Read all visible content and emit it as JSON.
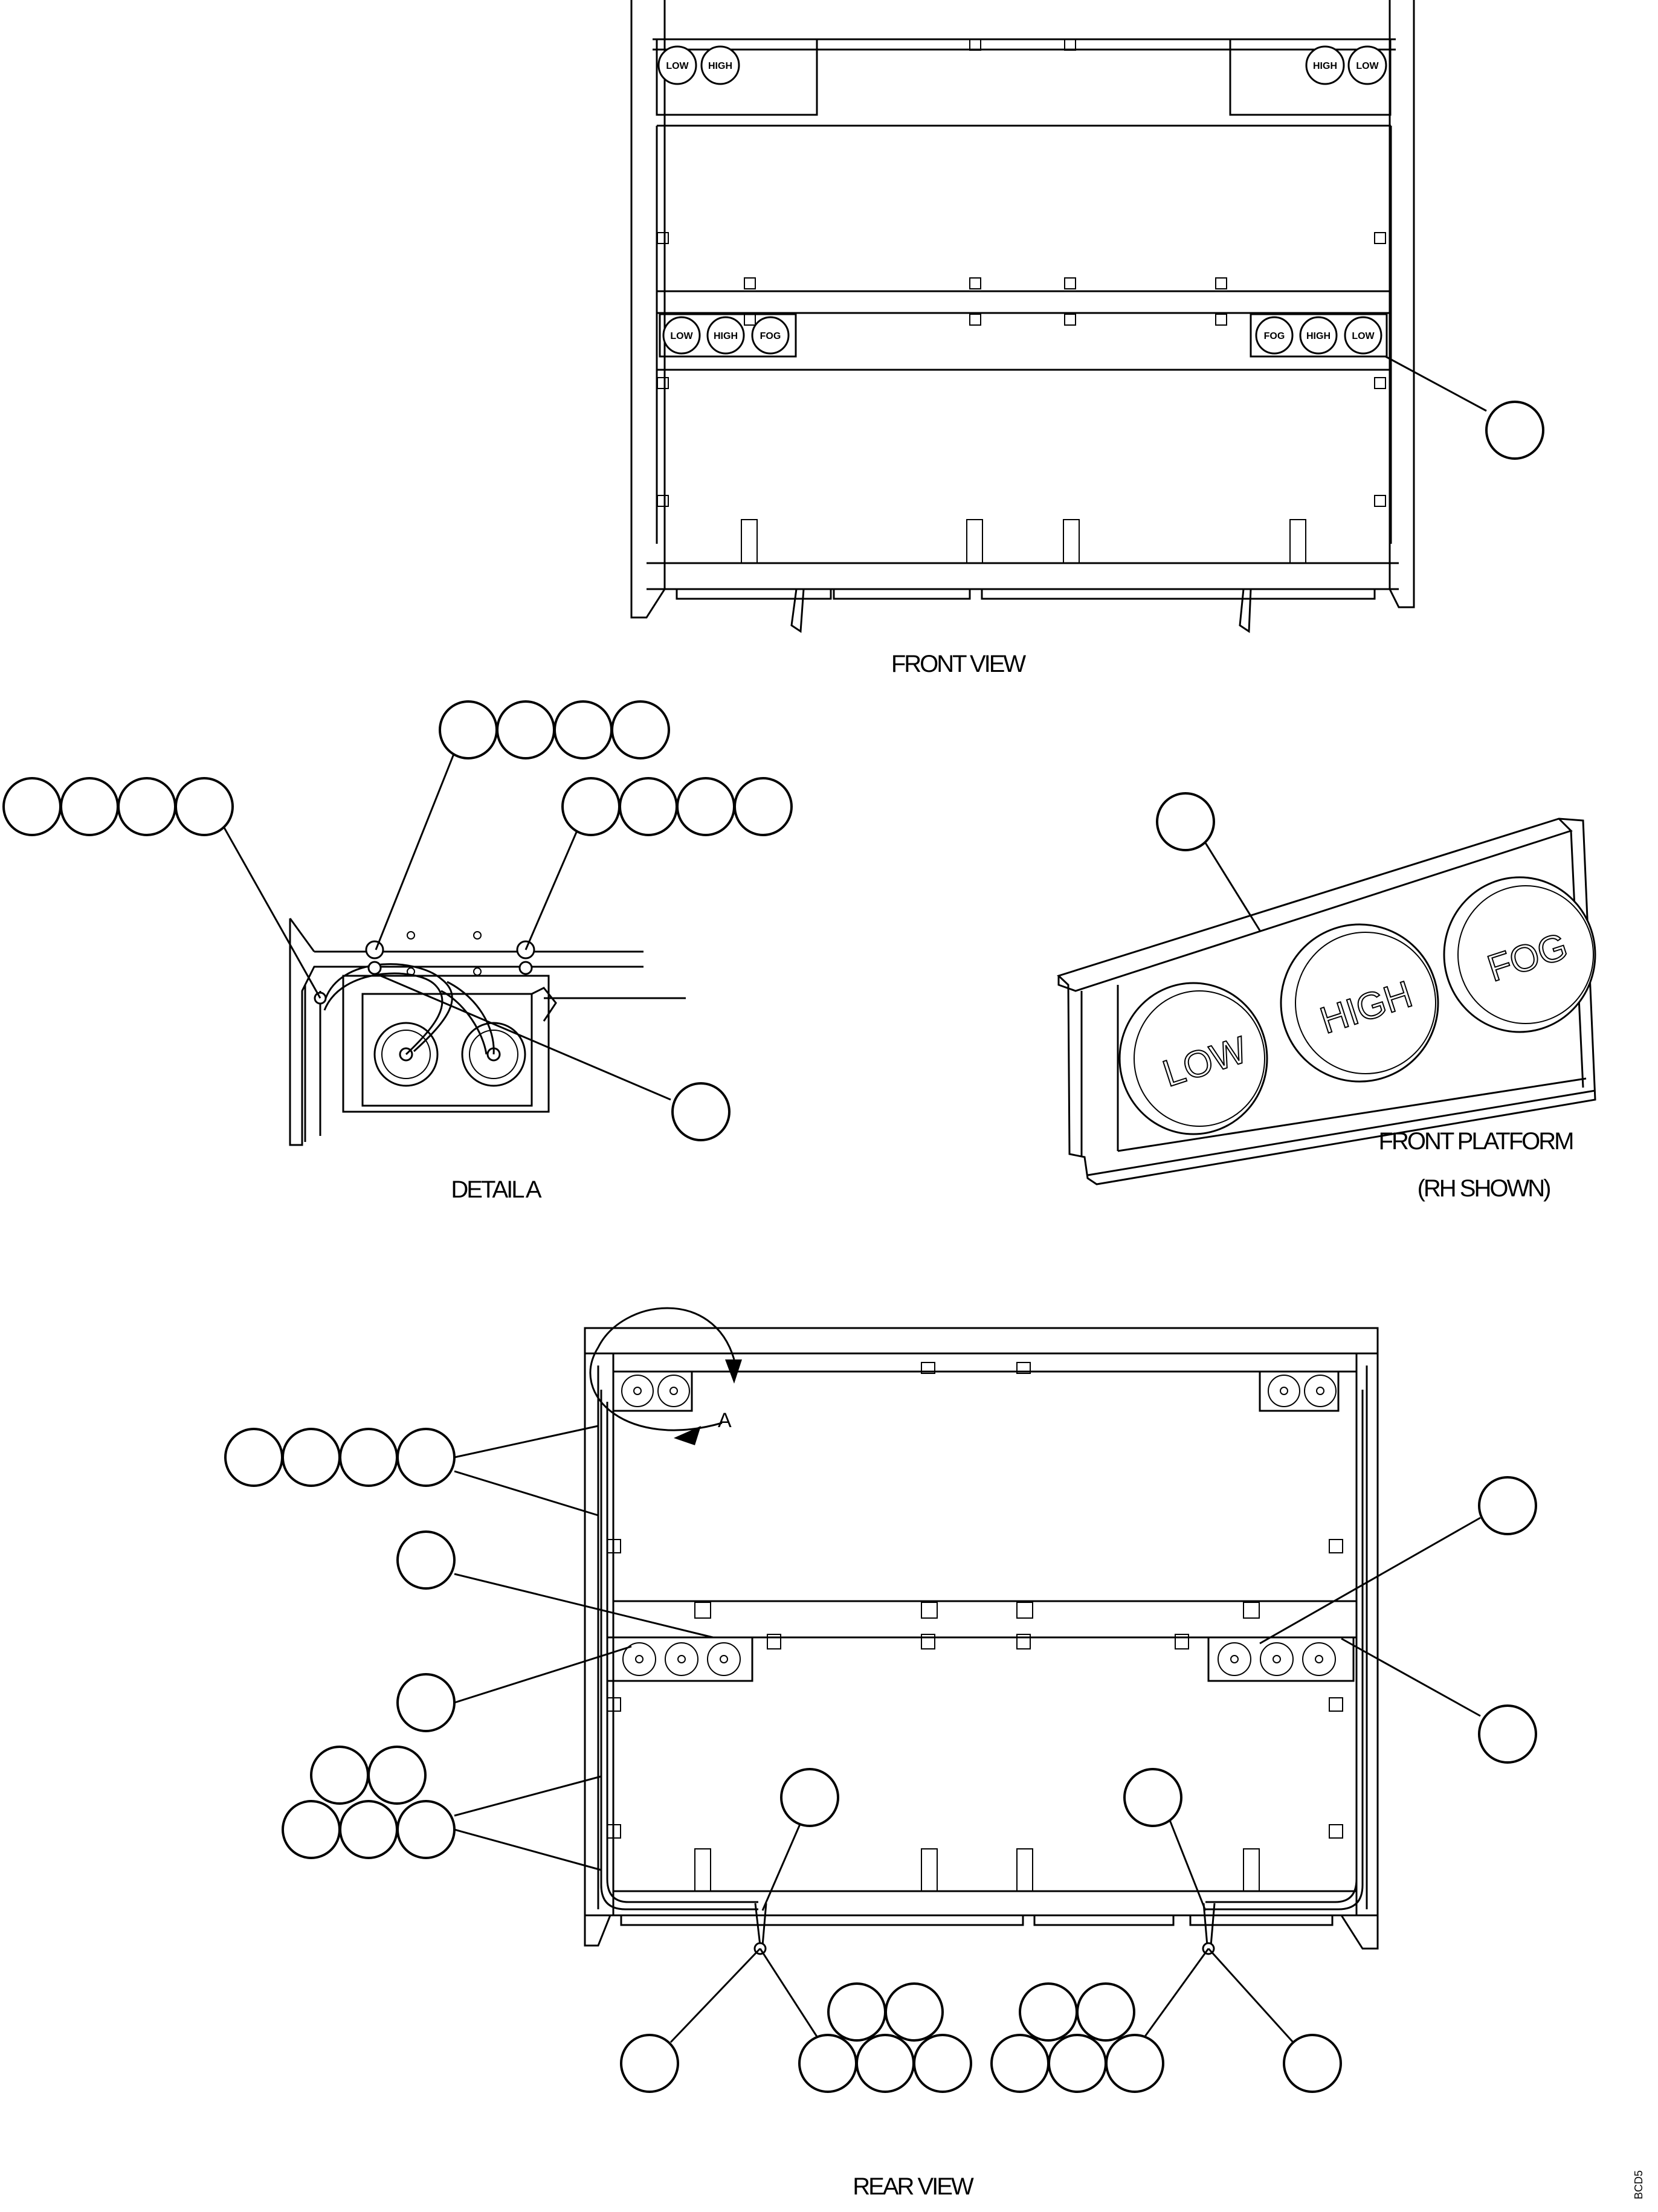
{
  "views": {
    "front_view": {
      "caption": "FRONT VIEW",
      "upper_left_lights": [
        "LOW",
        "HIGH"
      ],
      "upper_right_lights": [
        "HIGH",
        "LOW"
      ],
      "lower_left_lights": [
        "LOW",
        "HIGH",
        "FOG"
      ],
      "lower_right_lights": [
        "FOG",
        "HIGH",
        "LOW"
      ]
    },
    "detail_a": {
      "caption": "DETAIL A"
    },
    "front_platform": {
      "caption": "FRONT PLATFORM",
      "subcaption": "(RH SHOWN)",
      "lights": [
        "LOW",
        "HIGH",
        "FOG"
      ]
    },
    "rear_view": {
      "caption": "REAR VIEW",
      "detail_marker": "A"
    }
  },
  "corner_code": "BCD5"
}
